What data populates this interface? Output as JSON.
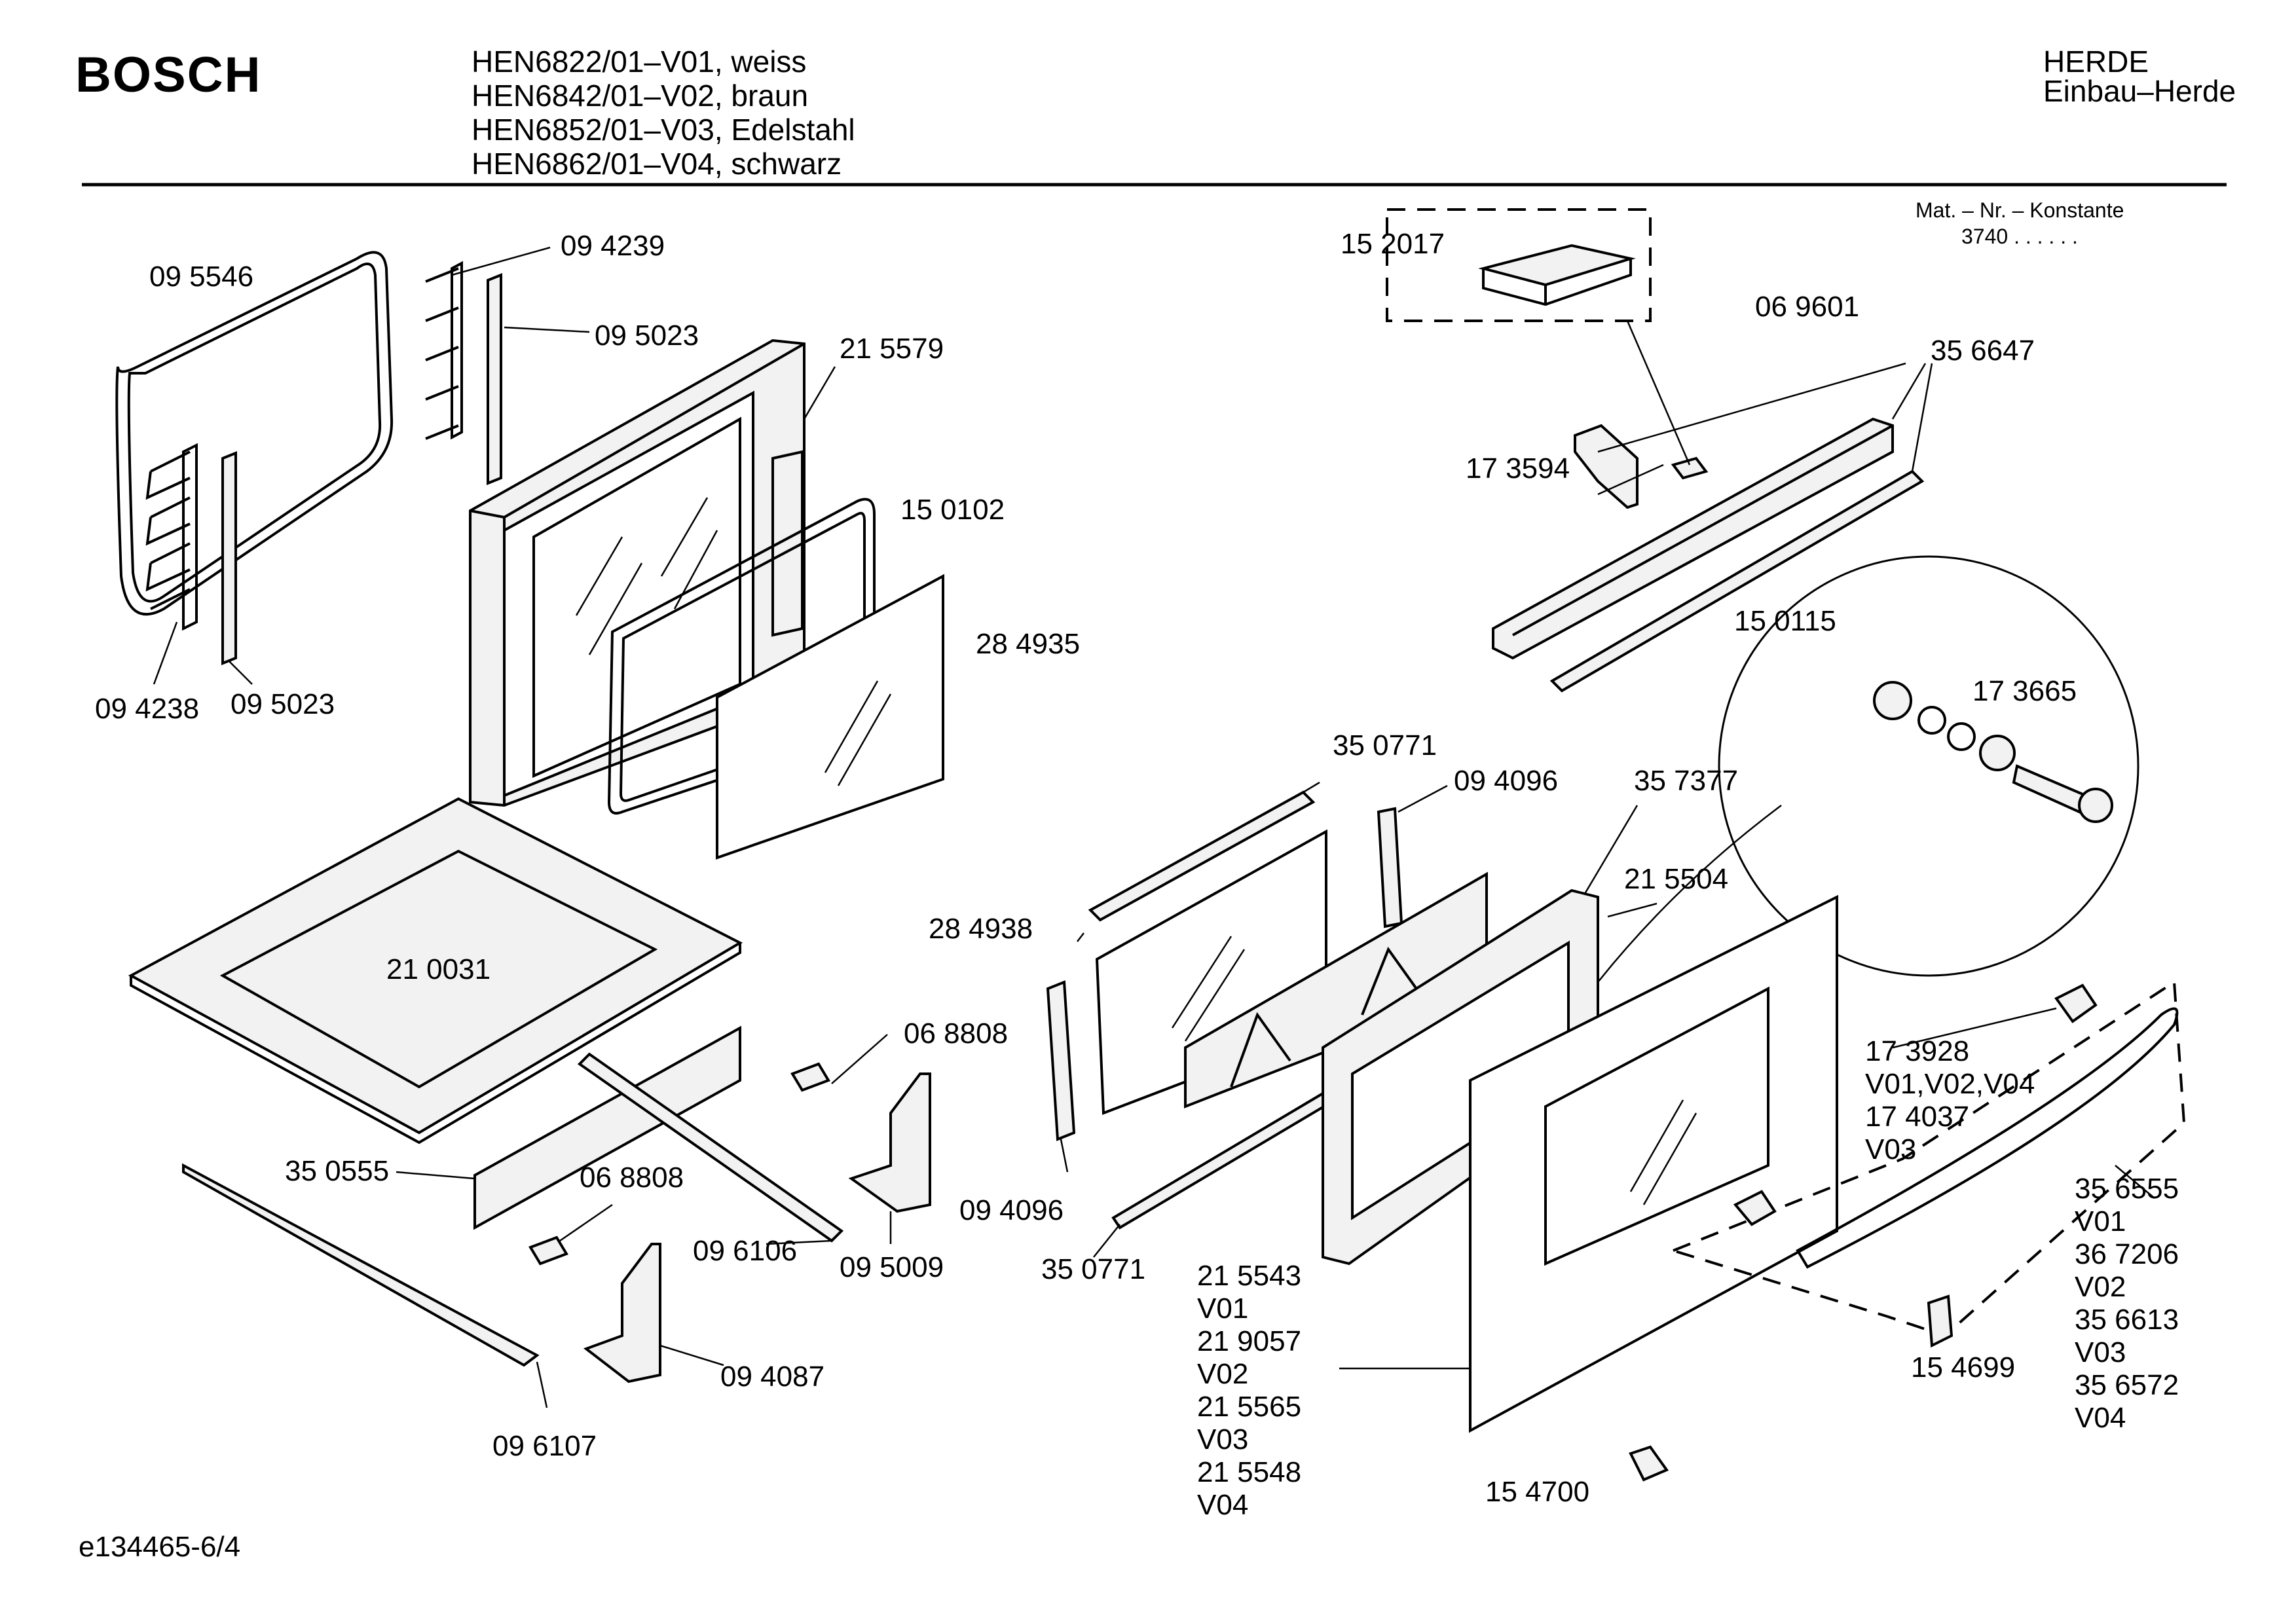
{
  "header": {
    "brand": "BOSCH",
    "models": [
      "HEN6822/01–V01, weiss",
      "HEN6842/01–V02, braun",
      "HEN6852/01–V03, Edelstahl",
      "HEN6862/01–V04, schwarz"
    ],
    "category": "HERDE",
    "subcategory": "Einbau–Herde",
    "mat_label": "Mat. – Nr. – Konstante",
    "mat_value": "3740  .  .  .  .  .  ."
  },
  "footer": {
    "doc_id": "e134465-6/4"
  },
  "labels": {
    "p095546": "09 5546",
    "p094239": "09 4239",
    "p095023a": "09 5023",
    "p215579": "21 5579",
    "p150102": "15 0102",
    "p284935": "28 4935",
    "p094238": "09 4238",
    "p095023b": "09 5023",
    "p210031": "21 0031",
    "p350555": "35 0555",
    "p068808a": "06 8808",
    "p068808b": "06 8808",
    "p096106": "09 6106",
    "p095009": "09 5009",
    "p094087": "09 4087",
    "p096107": "09 6107",
    "p152017": "15 2017",
    "p069601": "06 9601",
    "p356647": "35 6647",
    "p173594": "17 3594",
    "p150115": "15 0115",
    "p173665": "17 3665",
    "p350771a": "35 0771",
    "p094096a": "09 4096",
    "p357377": "35 7377",
    "p215504": "21 5504",
    "p284938": "28 4938",
    "p094096b": "09 4096",
    "p350771b": "35 0771",
    "p173928": [
      "17 3928",
      "V01,V02,V04",
      "17 4037",
      "V03"
    ],
    "p356555": [
      "35 6555",
      "V01",
      "36 7206",
      "V02",
      "35 6613",
      "V03",
      "35 6572",
      "V04"
    ],
    "p215543": [
      "21 5543",
      "V01",
      "21 9057",
      "V02",
      "21 5565",
      "V03",
      "21 5548",
      "V04"
    ],
    "p154699": "15 4699",
    "p154700": "15 4700"
  }
}
